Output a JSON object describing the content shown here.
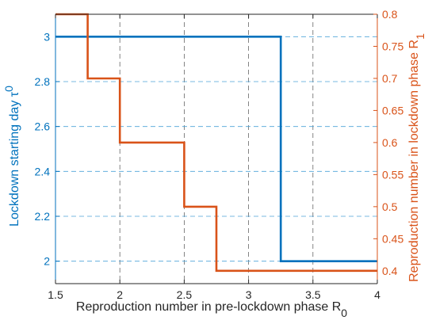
{
  "chart_data": {
    "type": "line",
    "xlabel": "Reproduction number in pre-lockdown phase R",
    "xlabel_sub": "0",
    "ylabel_left": "Lockdown starting day  τ",
    "ylabel_left_sub": "0",
    "ylabel_right": "Reproduction number in lockdown phase R",
    "ylabel_right_sub": "1",
    "xlim": [
      1.5,
      4
    ],
    "ylim_left": [
      1.9,
      3.1
    ],
    "ylim_right": [
      0.38,
      0.8
    ],
    "x_ticks": [
      1.5,
      2,
      2.5,
      3,
      3.5,
      4
    ],
    "x_tick_labels": [
      "1.5",
      "2",
      "2.5",
      "3",
      "3.5",
      "4"
    ],
    "left_ticks": [
      2,
      2.2,
      2.4,
      2.6,
      2.8,
      3
    ],
    "left_tick_labels": [
      "2",
      "2.2",
      "2.4",
      "2.6",
      "2.8",
      "3"
    ],
    "right_ticks": [
      0.4,
      0.45,
      0.5,
      0.55,
      0.6,
      0.65,
      0.7,
      0.75,
      0.8
    ],
    "right_tick_labels": [
      "0.4",
      "0.45",
      "0.5",
      "0.55",
      "0.6",
      "0.65",
      "0.7",
      "0.75",
      "0.8"
    ],
    "grid": "dashed",
    "series": [
      {
        "axis": "left",
        "color": "#0072BD",
        "x": [
          1.5,
          3.25,
          3.25,
          4
        ],
        "y": [
          3,
          3,
          2,
          2
        ]
      },
      {
        "axis": "right",
        "color": "#D95319",
        "x": [
          1.5,
          1.75,
          1.75,
          2,
          2,
          2.5,
          2.5,
          2.75,
          2.75,
          4
        ],
        "y": [
          0.8,
          0.8,
          0.7,
          0.7,
          0.6,
          0.6,
          0.5,
          0.5,
          0.4,
          0.4
        ]
      }
    ],
    "colors": {
      "left_axis": "#0072BD",
      "right_axis": "#D95319",
      "grid_x": "#666666",
      "grid_y": "#4da3d9"
    }
  }
}
